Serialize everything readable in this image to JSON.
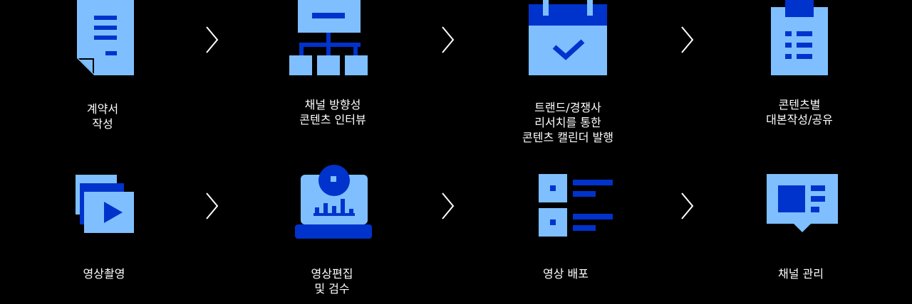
{
  "colors": {
    "light": "#7fbfff",
    "dark": "#0033cc",
    "background": "#000000",
    "text": "#ffffff"
  },
  "steps": [
    {
      "icon": "document-icon",
      "label": "계약서\n작성"
    },
    {
      "icon": "org-chart-icon",
      "label": "채널 방향성\n콘텐츠 인터뷰"
    },
    {
      "icon": "calendar-check-icon",
      "label": "트랜드/경쟁사\n리서치를 통한\n콘텐츠 캘린더 발행"
    },
    {
      "icon": "clipboard-list-icon",
      "label": "콘텐츠별\n대본작성/공유"
    },
    {
      "icon": "video-play-icon",
      "label": "영상촬영"
    },
    {
      "icon": "laptop-analytics-icon",
      "label": "영상편집\n및 검수"
    },
    {
      "icon": "distribution-list-icon",
      "label": "영상 배포"
    },
    {
      "icon": "channel-board-icon",
      "label": "채널 관리"
    }
  ],
  "arrows": [
    "chevron-right-icon",
    "chevron-right-icon",
    "chevron-right-icon",
    "chevron-right-icon",
    "chevron-right-icon",
    "chevron-right-icon"
  ]
}
